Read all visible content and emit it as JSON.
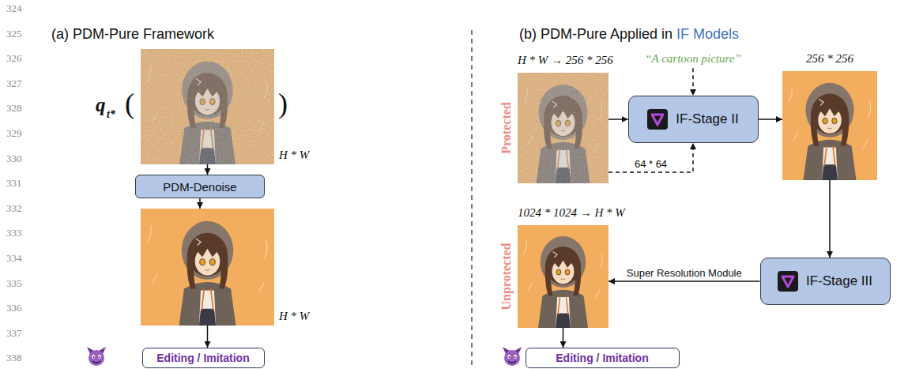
{
  "diagram": {
    "nodes": [
      {
        "text": [
          "H * W"
        ]
      },
      {
        "text": [
          "PDM-Denoise"
        ]
      },
      {
        "text": [
          "H * W"
        ]
      },
      {
        "text": [
          "Editing / Imitation"
        ]
      },
      {
        "text": [
          "H * W → 256 * 256",
          "Protected"
        ]
      },
      {
        "text": [
          "IF-Stage II"
        ]
      },
      {
        "text": [
          "256 * 256"
        ]
      },
      {
        "text": [
          "IF-Stage III"
        ]
      },
      {
        "text": [
          "1024 * 1024 → H * W",
          "Unprotected"
        ]
      },
      {
        "text": [
          "Editing / Imitation"
        ]
      }
    ],
    "edges": [
      {
        "from": 0,
        "to": 1,
        "arrow": "to"
      },
      {
        "from": 1,
        "to": 2,
        "arrow": "to"
      },
      {
        "from": 2,
        "to": 3,
        "arrow": "to"
      },
      {
        "from": 4,
        "to": 5,
        "arrow": "to"
      },
      {
        "from": 4,
        "to": 5,
        "label": "64 * 64",
        "arrow": "to"
      },
      {
        "from": 5,
        "to": 6,
        "arrow": "to"
      },
      {
        "from": 6,
        "to": 7,
        "arrow": "to"
      },
      {
        "from": 7,
        "to": 8,
        "label": "Super Resolution Module",
        "arrow": "to"
      },
      {
        "from": 8,
        "to": 9,
        "arrow": "to"
      }
    ],
    "labels": [
      "324",
      "325",
      "326",
      "327",
      "328",
      "329",
      "330",
      "331",
      "332",
      "333",
      "334",
      "335",
      "336",
      "337",
      "338",
      "(a) PDM-Pure Framework",
      "(b) PDM-Pure Applied in",
      "IF Models",
      "q",
      "t*",
      "(",
      ")",
      "“A cartoon picture”"
    ]
  }
}
